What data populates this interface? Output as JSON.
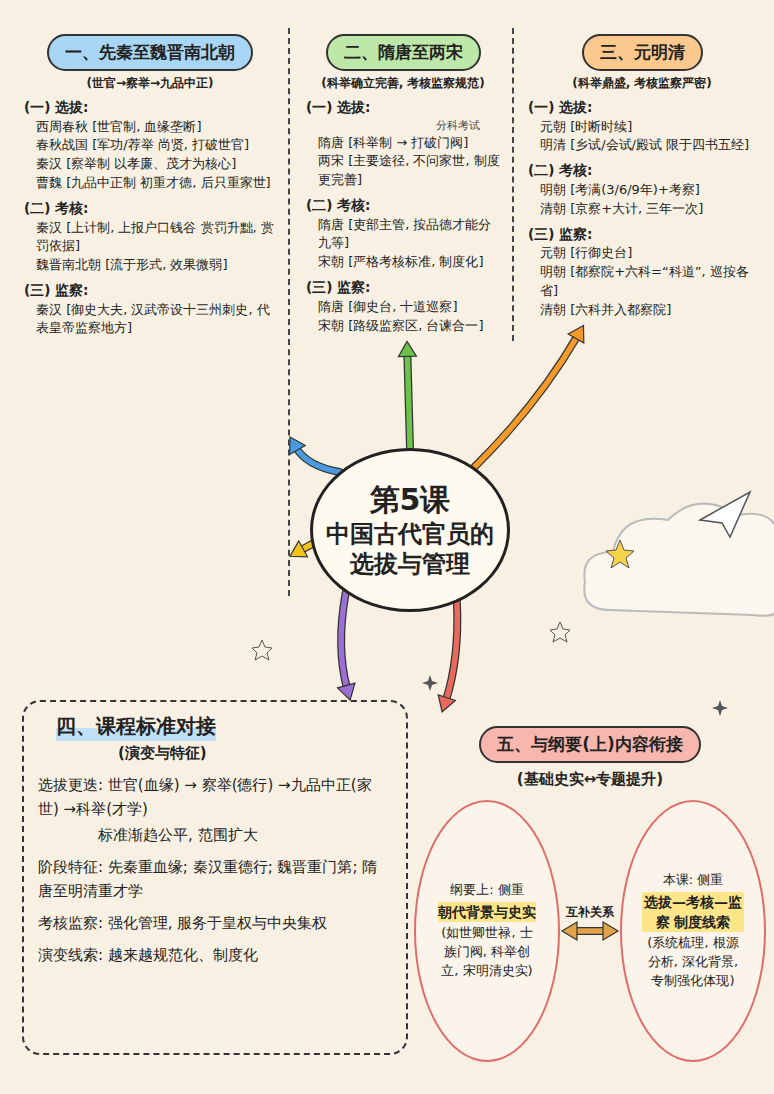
{
  "diagram": {
    "nodes": [
      {
        "text": [
          "第5课",
          "中国古代官员的选拔与管理"
        ]
      },
      {
        "text": [
          "(世官→察举→九品中正)",
          "(一) 选拔:",
          "西周春秋 [世官制, 血缘垄断]",
          "春秋战国 [军功/荐举 尚贤, 打破世官]",
          "秦汉 [察举制 以孝廉、茂才为核心]",
          "曹魏 [九品中正制 初重才德, 后只重家世]",
          "(二) 考核:",
          "秦汉 [上计制, 上报户口钱谷 赏罚升黜, 赏罚依据]",
          "魏晋南北朝 [流于形式, 效果微弱]",
          "(三) 监察:",
          "秦汉 [御史大夫, 汉武帝设十三州刺史, 代表皇帝监察地方]"
        ]
      },
      {
        "text": [
          "一、先秦至魏晋南北朝"
        ],
        "in": 1
      },
      {
        "text": [
          "(科举确立完善, 考核监察规范)",
          "(一) 选拔:",
          "分科考试",
          "隋唐 [科举制 → 打破门阀]",
          "两宋 [主要途径, 不问家世, 制度更完善]",
          "(二) 考核:",
          "隋唐 [吏部主管, 按品德才能分九等]",
          "宋朝 [严格考核标准, 制度化]",
          "(三) 监察:",
          "隋唐 [御史台, 十道巡察]",
          "宋朝 [路级监察区, 台谏合一]"
        ]
      },
      {
        "text": [
          "二、隋唐至两宋"
        ],
        "in": 3
      },
      {
        "text": [
          "(科举鼎盛, 考核监察严密)",
          "(一) 选拔:",
          "元朝 [时断时续]",
          "明清 [乡试/会试/殿试 限于四书五经]",
          "(二) 考核:",
          "明朝 [考满(3/6/9年)+考察]",
          "清朝 [京察+大计, 三年一次]",
          "(三) 监察:",
          "元朝 [行御史台]",
          "明朝 [都察院+六科=“科道”, 巡按各省]",
          "清朝 [六科并入都察院]"
        ]
      },
      {
        "text": [
          "三、元明清"
        ],
        "in": 5
      },
      {
        "text": [
          "四、课程标准对接",
          "(演变与特征)",
          "选拔更迭: 世官(血缘) → 察举(德行) →九品中正(家世) →科举(才学)",
          "标准渐趋公平, 范围扩大",
          "阶段特征: 先秦重血缘; 秦汉重德行; 魏晋重门第; 隋唐至明清重才学",
          "考核监察: 强化管理, 服务于皇权与中央集权",
          "演变线索: 越来越规范化、制度化"
        ]
      },
      {
        "text": [
          "(基础史实↔专题提升)"
        ]
      },
      {
        "text": [
          "五、与纲要(上)内容衔接"
        ],
        "in": 8
      },
      {
        "text": [
          "纲要上: 侧重",
          "朝代背景与史实",
          "(如世卿世禄, 士族门阀, 科举创立, 宋明清史实)"
        ],
        "in": 8
      },
      {
        "text": [
          "本课: 侧重",
          "选拔—考核—监察 制度线索",
          "(系统梳理, 根源分析, 深化背景, 专制强化体现)"
        ],
        "in": 8
      }
    ],
    "edges": [
      {
        "from": 0,
        "to": 1,
        "arrow": "to"
      },
      {
        "from": 0,
        "to": 1,
        "arrow": "to"
      },
      {
        "from": 0,
        "to": 3,
        "arrow": "to"
      },
      {
        "from": 0,
        "to": 5,
        "arrow": "to"
      },
      {
        "from": 0,
        "to": 7,
        "arrow": "to"
      },
      {
        "from": 0,
        "to": 8,
        "arrow": "to"
      },
      {
        "from": 10,
        "to": 11,
        "label": "互补关系",
        "arrow": "both"
      }
    ]
  }
}
